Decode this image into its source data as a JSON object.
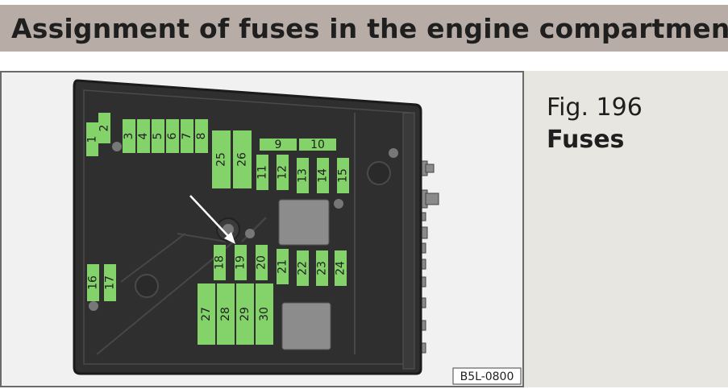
{
  "header": {
    "title": "Assignment of fuses in the engine compartment"
  },
  "caption": {
    "figure_label": "Fig. 196",
    "figure_title": "Fuses"
  },
  "figure": {
    "code": "B5L-0800",
    "fuses": [
      "1",
      "2",
      "3",
      "4",
      "5",
      "6",
      "7",
      "8",
      "9",
      "10",
      "11",
      "12",
      "13",
      "14",
      "15",
      "16",
      "17",
      "18",
      "19",
      "20",
      "21",
      "22",
      "23",
      "24",
      "25",
      "26",
      "27",
      "28",
      "29",
      "30"
    ]
  },
  "colors": {
    "fuse": "#84d36a",
    "box": "#2f2f2f",
    "title_bar": "#b7aca6",
    "caption_bg": "#e8e6e0"
  }
}
